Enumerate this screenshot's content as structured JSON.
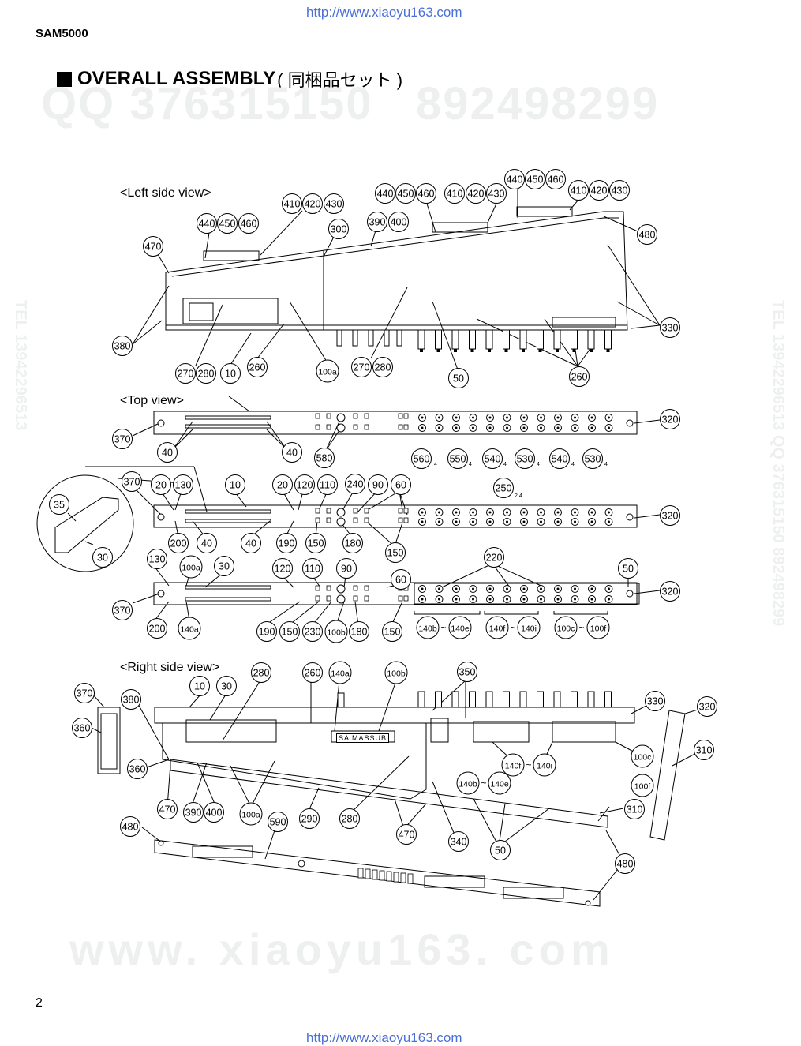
{
  "header": {
    "url_top": "http://www.xiaoyu163.com",
    "model": "SAM5000",
    "title": "OVERALL ASSEMBLY",
    "title_jp": "( 同梱品セット )"
  },
  "watermarks": {
    "qq_line": "QQ 376315150   892498299",
    "bottom_line": "www. xiaoyu163. com",
    "side_right": "TEL 13942296513 QQ 376315150 892498299",
    "side_left": "TEL 13942296513"
  },
  "views": {
    "left_side": "<Left side view>",
    "top": "<Top view>",
    "right_side": "<Right side view>"
  },
  "callouts": {
    "left": [
      "470",
      "380",
      "440",
      "450",
      "460",
      "410",
      "420",
      "430",
      "300",
      "390",
      "400",
      "440",
      "450",
      "460",
      "410",
      "420",
      "430",
      "440",
      "450",
      "460",
      "410",
      "420",
      "430",
      "480",
      "330",
      "270",
      "280",
      "10",
      "260",
      "100a",
      "270",
      "280",
      "50",
      "260"
    ],
    "top1": [
      "370",
      "40",
      "40",
      "580",
      "560",
      "550",
      "540",
      "530",
      "540",
      "530",
      "320"
    ],
    "top2": [
      "370",
      "20",
      "130",
      "10",
      "20",
      "120",
      "110",
      "240",
      "90",
      "60",
      "250",
      "200",
      "40",
      "40",
      "190",
      "150",
      "180",
      "150",
      "320",
      "35",
      "30"
    ],
    "top3": [
      "130",
      "100a",
      "30",
      "120",
      "110",
      "90",
      "60",
      "220",
      "50",
      "370",
      "200",
      "140a",
      "190",
      "150",
      "230",
      "100b",
      "180",
      "150",
      "140b",
      "140e",
      "140f",
      "140i",
      "100c",
      "100f",
      "320"
    ],
    "right": [
      "370",
      "380",
      "10",
      "30",
      "280",
      "260",
      "140a",
      "100b",
      "350",
      "330",
      "320",
      "360",
      "360",
      "310",
      "100c",
      "100f",
      "140f",
      "140i",
      "140b",
      "140e",
      "470",
      "390",
      "400",
      "100a",
      "290",
      "280",
      "470",
      "310",
      "480",
      "590",
      "340",
      "50",
      "480"
    ]
  },
  "small_marks": {
    "sub4": "4",
    "note24": "2 4",
    "tilde": "~"
  },
  "pcb_label": "SA MASSUB",
  "footer": {
    "page": "2",
    "url_bottom": "http://www.xiaoyu163.com"
  }
}
